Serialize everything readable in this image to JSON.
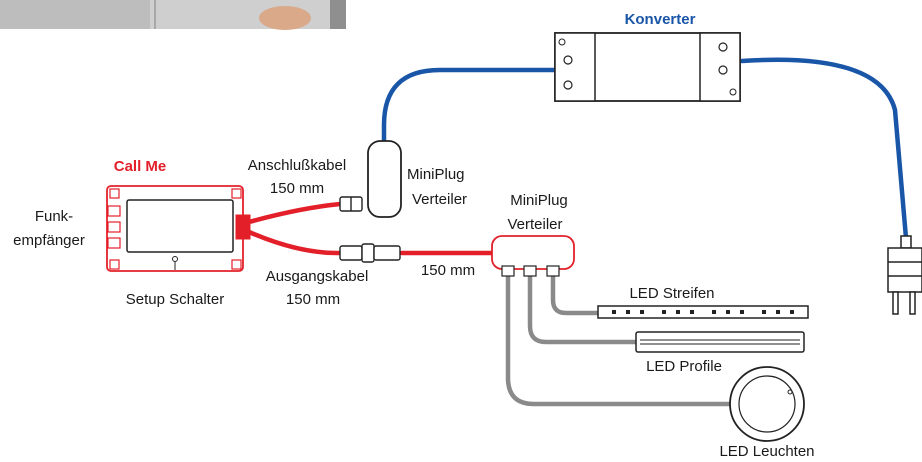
{
  "labels": {
    "converter": "Konverter",
    "call_me": "Call Me",
    "funk_line1": "Funk-",
    "funk_line2": "empfänger",
    "setup_switch": "Setup Schalter",
    "connection_cable_line1": "Anschlußkabel",
    "connection_cable_line2": "150 mm",
    "output_cable_line1": "Ausgangskabel",
    "output_cable_line2": "150 mm",
    "miniplug_top_line1": "MiniPlug",
    "miniplug_top_line2": "Verteiler",
    "miniplug_red_line1": "MiniPlug",
    "miniplug_red_line2": "Verteiler",
    "cable_length": "150 mm",
    "led_strip": "LED Streifen",
    "led_profile": "LED Profile",
    "led_light": "LED Leuchten"
  },
  "colors": {
    "blue_cable": "#1a56a8",
    "red_accent": "#e3202a",
    "grey_cable": "#8a8a8a",
    "outline": "#222222",
    "photo_bg": "#c9c9c9"
  }
}
